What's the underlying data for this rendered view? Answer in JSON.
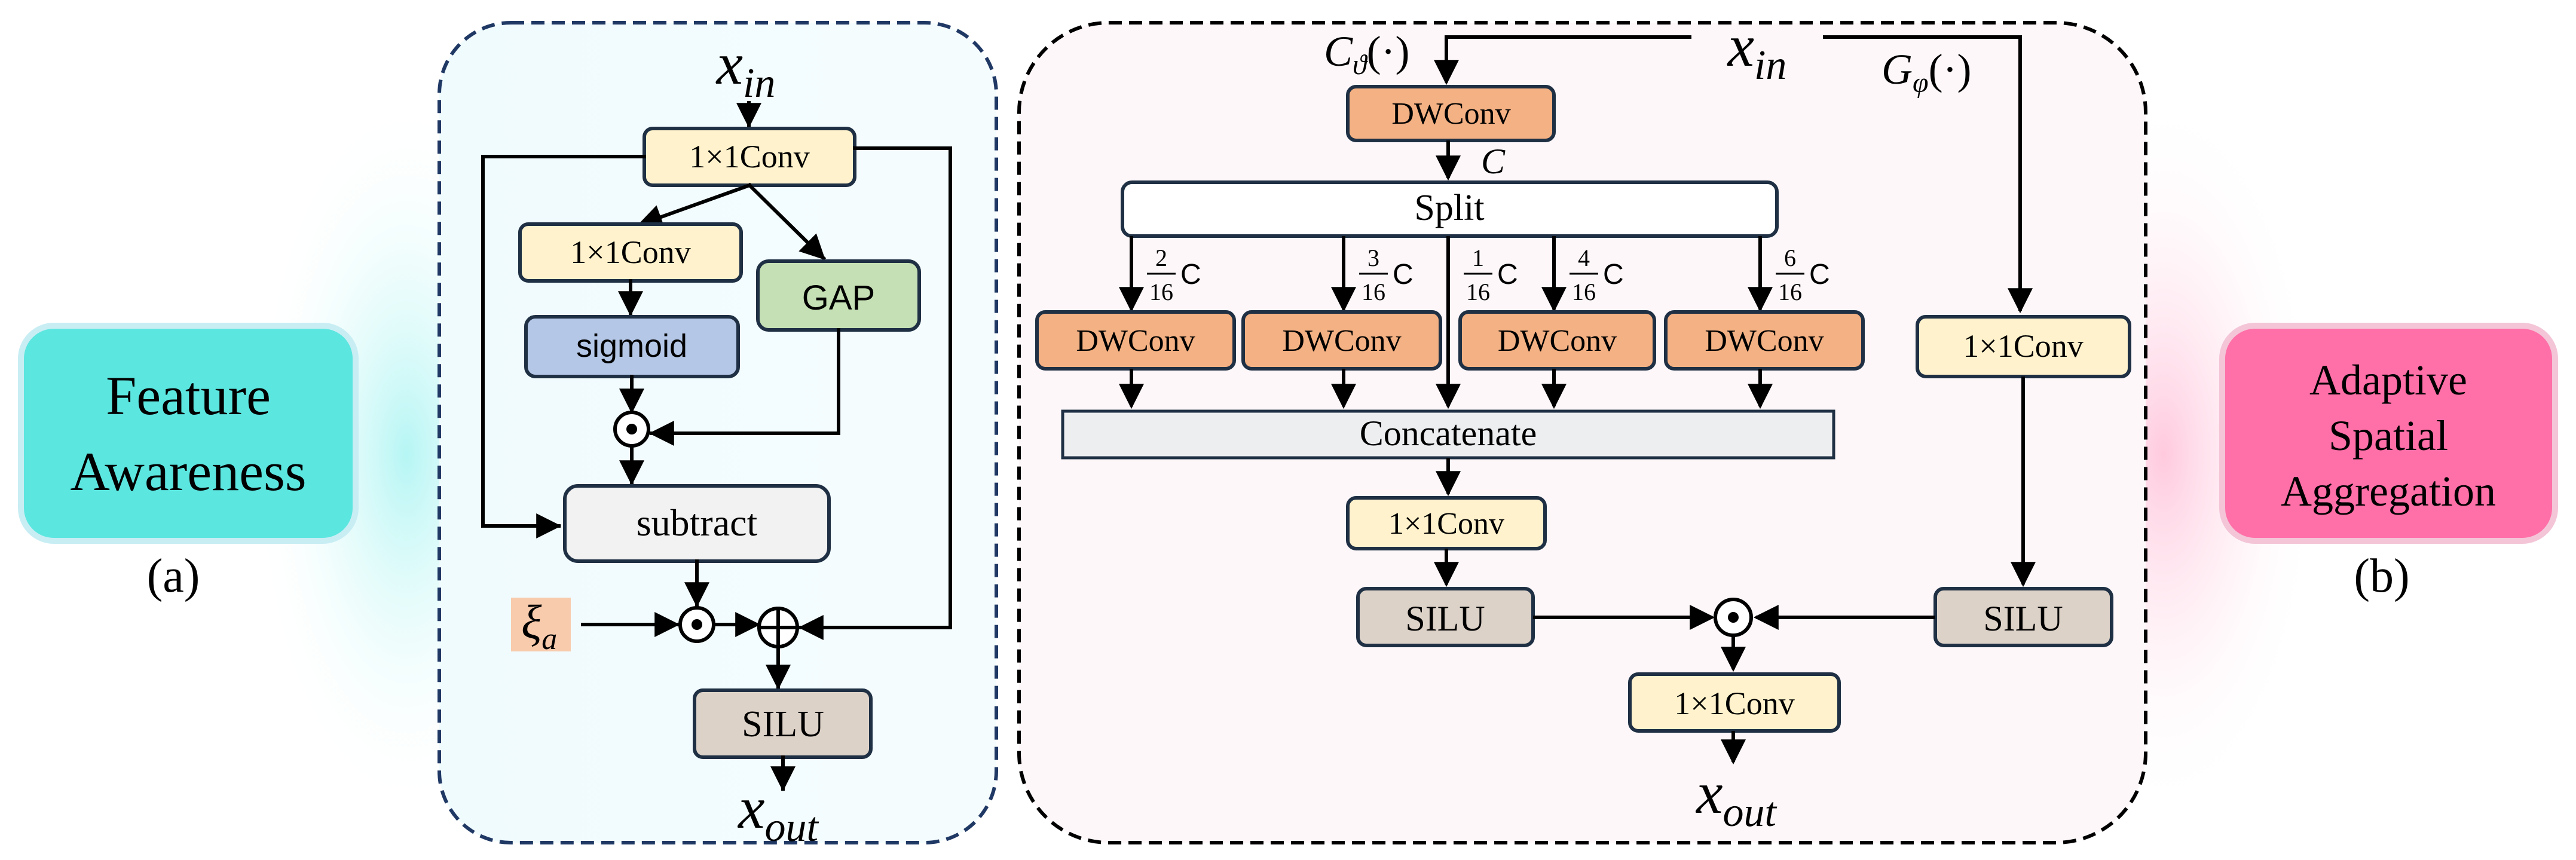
{
  "left_label": {
    "line1": "Feature",
    "line2": "Awareness",
    "caption": "(a)"
  },
  "right_label": {
    "line1": "Adaptive",
    "line2": "Spatial",
    "line3": "Aggregation",
    "caption": "(b)"
  },
  "panel_a": {
    "input": {
      "var": "x",
      "sub": "in"
    },
    "conv_top": "1×1Conv",
    "conv_inner": "1×1Conv",
    "gap": "GAP",
    "sigmoid": "sigmoid",
    "subtract": "subtract",
    "xi": {
      "var": "ξ",
      "sub": "a"
    },
    "silu": "SILU",
    "output": {
      "var": "x",
      "sub": "out"
    }
  },
  "panel_b": {
    "input": {
      "var": "x",
      "sub": "in"
    },
    "c_func": "C",
    "c_sub": "ϑ",
    "c_arg": "(·)",
    "g_func": "G",
    "g_sub": "φ",
    "g_arg": "(·)",
    "dwconv_top": "DWConv",
    "c_label": "C",
    "split": "Split",
    "branches": [
      {
        "num": "2",
        "den": "16",
        "unit": "C",
        "conv": "DWConv"
      },
      {
        "num": "3",
        "den": "16",
        "unit": "C",
        "conv": "DWConv"
      },
      {
        "num": "1",
        "den": "16",
        "unit": "C",
        "conv": ""
      },
      {
        "num": "4",
        "den": "16",
        "unit": "C",
        "conv": "DWConv"
      },
      {
        "num": "6",
        "den": "16",
        "unit": "C",
        "conv": "DWConv"
      }
    ],
    "concat": "Concatenate",
    "conv_mid": "1×1Conv",
    "silu_left": "SILU",
    "conv_right": "1×1Conv",
    "silu_right": "SILU",
    "conv_out": "1×1Conv",
    "output": {
      "var": "x",
      "sub": "out"
    }
  },
  "colors": {
    "conv_fill": "#fff2cc",
    "dwconv_fill": "#f4b183",
    "gap_fill": "#c5e0b4",
    "sigmoid_fill": "#b4c7e7",
    "silu_fill": "#ddd2c8",
    "neutral_fill": "#f2f2f2",
    "xi_fill": "#f8cbad",
    "box_stroke": "#1f3044",
    "feature_fill": "#5ce6e0",
    "adaptive_fill": "#ff6fa8"
  }
}
